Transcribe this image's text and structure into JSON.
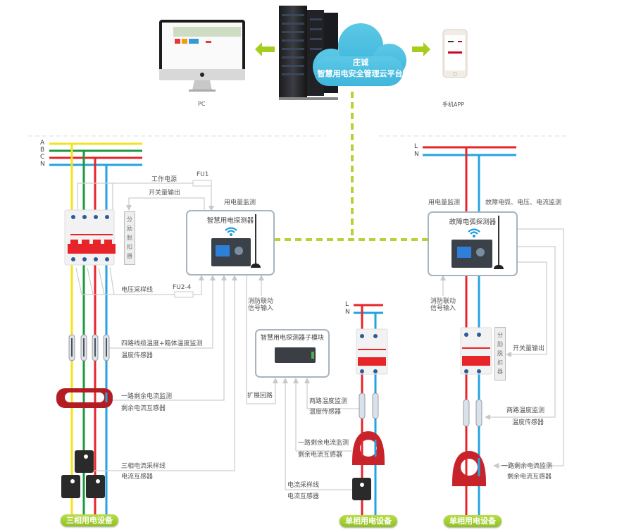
{
  "platform": {
    "company": "庄诚",
    "name": "智慧用电安全管理云平台",
    "pc_label": "PC",
    "app_label": "手机APP"
  },
  "colors": {
    "phase_a": "#f5e21a",
    "phase_b": "#1a9a3c",
    "phase_c": "#e8242b",
    "neutral": "#23a3e0",
    "link_green": "#b5d334",
    "cloud": "#4fc1e0",
    "signal_line": "#cccccc"
  },
  "three_phase": {
    "bus_labels": [
      "A",
      "B",
      "C",
      "N"
    ],
    "fuse1": "FU1",
    "fuse2": "FU2-4",
    "work_power": "工作电源",
    "switch_output": "开关量输出",
    "shunt_release": "分励脱扣器",
    "energy_monitor": "用电量监测",
    "detector_title": "智慧用电探测器",
    "voltage_sampling": "电压采样线",
    "fire_link": "消防联动\n信号输入",
    "fire_link_line1": "消防联动",
    "fire_link_line2": "信号输入",
    "temp_monitor": "四路线缆温度+箱体温度监测",
    "temp_sensor": "温度传感器",
    "residual_monitor": "一路剩余电流监测",
    "residual_ct": "剩余电流互感器",
    "current_sampling": "三相电流采样线",
    "current_ct": "电流互感器",
    "device_label": "三相用电设备"
  },
  "sub_module": {
    "title": "智慧用电探测器子模块",
    "expand_loop": "扩展回路",
    "bus_labels": [
      "L",
      "N"
    ],
    "temp_monitor": "两路温度监测",
    "temp_sensor": "温度传感器",
    "residual_monitor": "一路剩余电流监测",
    "residual_ct": "剩余电流互感器",
    "current_sampling": "电流采样线",
    "current_ct": "电流互感器",
    "device_label": "单相用电设备"
  },
  "arc_detector": {
    "bus_labels": [
      "L",
      "N"
    ],
    "energy_monitor": "用电量监测",
    "arc_monitor": "故障电弧、电压、电流监测",
    "title": "故障电弧探测器",
    "fire_link_line1": "消防联动",
    "fire_link_line2": "信号输入",
    "shunt_release": "分励脱扣器",
    "switch_output": "开关量输出",
    "temp_monitor": "两路温度监测",
    "temp_sensor": "温度传感器",
    "residual_monitor": "一路剩余电流监测",
    "residual_ct": "剩余电流互感器",
    "device_label": "单相用电设备"
  },
  "shunt_chars": [
    "分",
    "励",
    "脱",
    "扣",
    "器"
  ]
}
